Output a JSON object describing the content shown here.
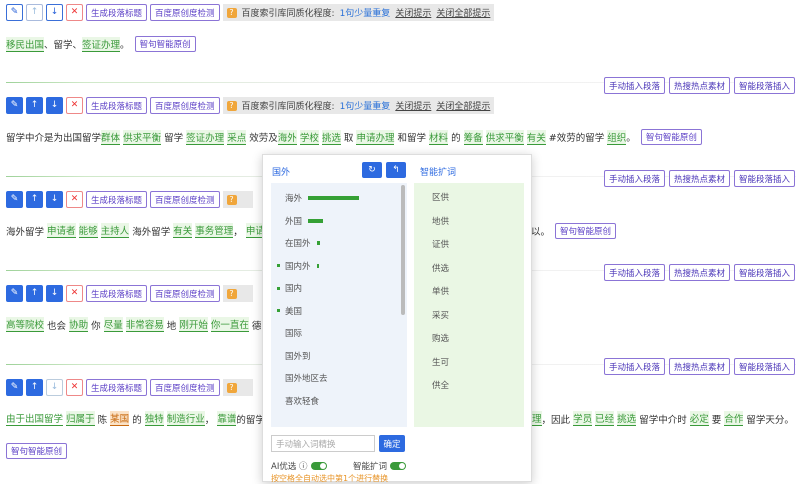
{
  "icons": {
    "edit": "✎",
    "up": "↑",
    "down": "↓",
    "close": "✕",
    "refresh": "↻",
    "back": "↰",
    "info": "ⓘ"
  },
  "toolbar": {
    "gen_title": "生成段落标题",
    "check": "百度原创度检测",
    "sim_label": "百度索引库同质化程度:",
    "sim_value": "1句少量重复",
    "close_tip": "关闭提示",
    "close_all": "关闭全部提示",
    "q_mark": "?"
  },
  "right_btns": {
    "insert": "手动插入段落",
    "hot": "热搜热点素材",
    "smart_insert": "智能段落插入"
  },
  "smart_btn": "智句智能原创",
  "p1": {
    "t0": "移民出国",
    "t1": "、留学、",
    "t2": "签证办理",
    "t3": "。"
  },
  "p2": {
    "t0": "留学中介是为出国留学",
    "h0": "群体",
    "s0": " ",
    "h1": "供求平衡",
    "t1": "留学",
    "h2": "签证办理",
    "h3": "采点",
    "t2": "效劳及",
    "h4": "海外",
    "h5": "学校",
    "h6": "挑选",
    "t3": "取",
    "h7": "申请办理",
    "t4": "和留学",
    "h8": "材料",
    "t5": "的",
    "h9": "筹备",
    "h10": "供求平衡",
    "h11": "有关",
    "t6": "#效劳的留学",
    "h12": "组织",
    "t7": "。"
  },
  "p3": {
    "t0": "海外留学",
    "h0": "申请者",
    "h1": "能够",
    "h2": "主持人",
    "t1": "海外留学",
    "h3": "有关",
    "h4": "事务管理",
    "t2": "，",
    "h5": "申请",
    "t3": "就可以。"
  },
  "p4": {
    "h0": "高等院校",
    "t0": "也会",
    "h1": "协助",
    "t1": "你",
    "h2": "尽量",
    "h3": "非常容易",
    "t2": "地",
    "h4": "刚开始",
    "h5": "你一直在",
    "t3": "德国"
  },
  "p5": {
    "t0": "由于出国留学",
    "h0": "归属于",
    "t1": "陈",
    "o0": "某国",
    "t2": "的",
    "h1": "独特",
    "h2": "制造行业",
    "t3": "，",
    "h3": "靠谱",
    "t4": "的留学",
    "t5": "理",
    "t6": "，因此",
    "h4": "学员",
    "h5": "已经",
    "h6": "挑选",
    "t7": "留学中介时",
    "h7": "必定",
    "t8": "要",
    "h8": "合作",
    "t9": "留学天分。"
  },
  "popup": {
    "left_title": "国外",
    "right_title": "智能扩词",
    "left_items": [
      {
        "label": "海外",
        "bar": 0.85
      },
      {
        "label": "外国",
        "bar": 0.25
      },
      {
        "label": "在国外",
        "bar": 0.06
      },
      {
        "label": "国内外",
        "bar": 0.02
      },
      {
        "label": "国内",
        "bar": 0
      },
      {
        "label": "美国",
        "bar": 0
      },
      {
        "label": "国际",
        "bar": 0
      },
      {
        "label": "国外到",
        "bar": 0
      },
      {
        "label": "国外地区去",
        "bar": 0
      },
      {
        "label": "喜欢轻食",
        "bar": 0
      }
    ],
    "right_items": [
      "区供",
      "地供",
      "证供",
      "供选",
      "单供",
      "采买",
      "购选",
      "生可",
      "供全"
    ],
    "input_placeholder": "手动输入词精换",
    "confirm": "确定",
    "ai_label": "AI优选",
    "smart_label": "智能扩词",
    "hint": "按空格全自动选中第1个进行替换"
  }
}
